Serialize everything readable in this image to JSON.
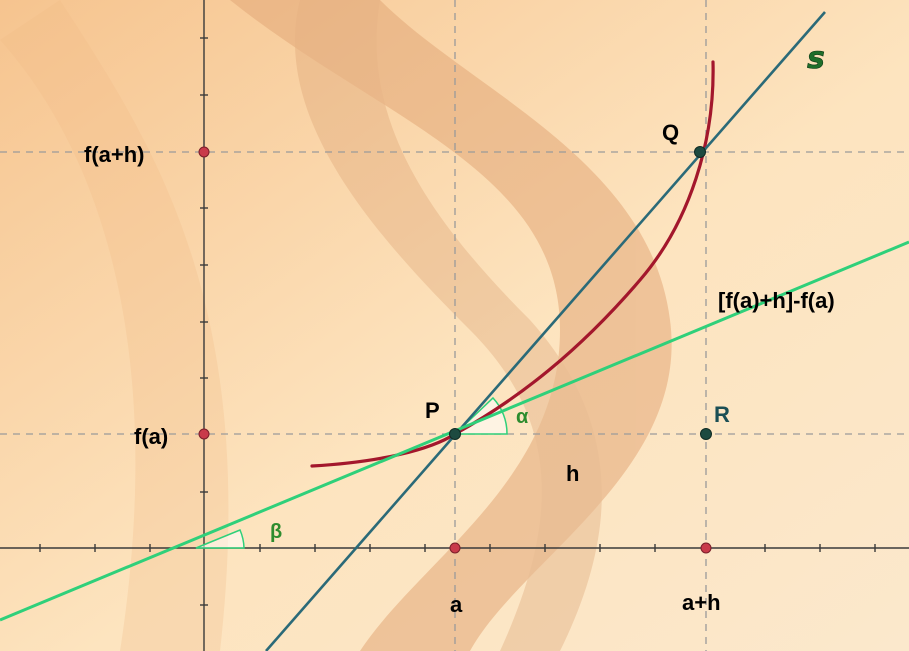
{
  "labels": {
    "secant_name": "s",
    "point_p": "P",
    "point_q": "Q",
    "point_r": "R",
    "y_fa": "f(a)",
    "y_fah": "f(a+h)",
    "x_a": "a",
    "x_ah": "a+h",
    "h": "h",
    "diff": "[f(a)+h]-f(a)",
    "alpha": "α",
    "beta": "β"
  },
  "colors": {
    "background": "#fbdcae",
    "swirl": "#e9b486",
    "axis": "#3a3a3a",
    "grid_dashed": "#9a9a9a",
    "curve": "#a3172c",
    "secant": "#2b6a78",
    "tangent": "#2fd07a",
    "axis_point": "#c93a4a",
    "point": "#1d4a40"
  }
}
